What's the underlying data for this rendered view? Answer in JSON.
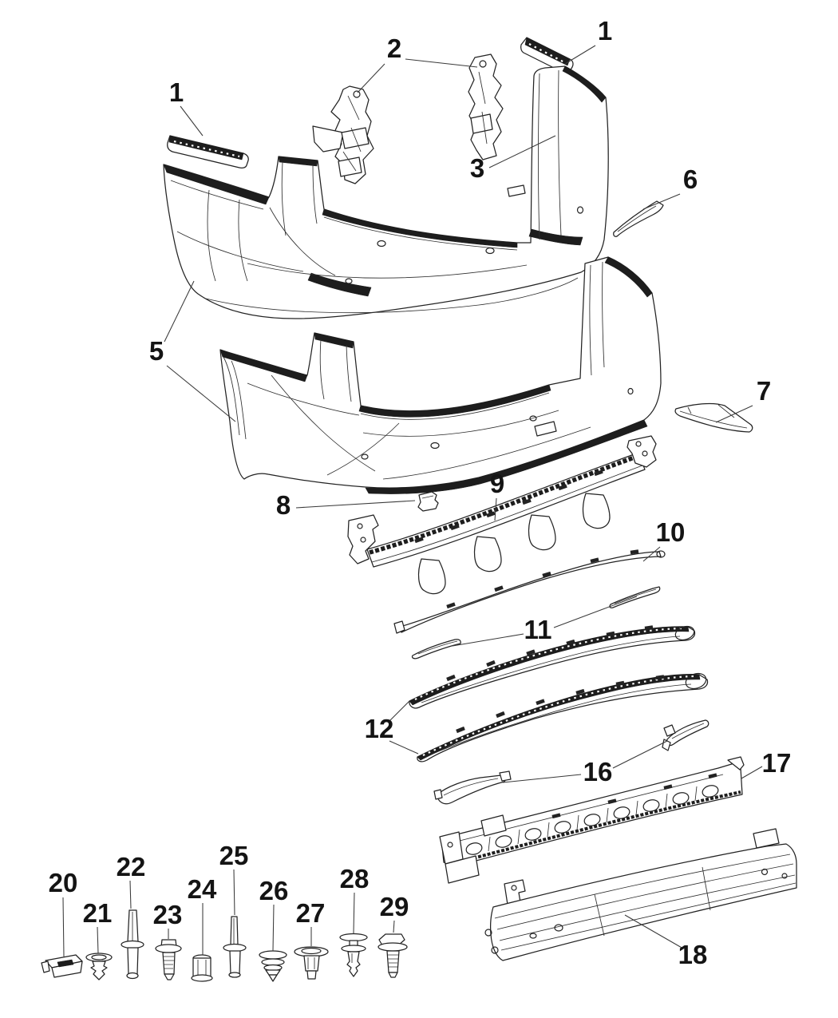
{
  "diagram": {
    "background_color": "#ffffff",
    "line_color": "#232323",
    "label_color": "#141414"
  },
  "callouts": {
    "c1_left": {
      "label": "1"
    },
    "c1_right": {
      "label": "1"
    },
    "c2": {
      "label": "2"
    },
    "c3": {
      "label": "3"
    },
    "c5": {
      "label": "5"
    },
    "c6": {
      "label": "6"
    },
    "c7": {
      "label": "7"
    },
    "c8": {
      "label": "8"
    },
    "c9": {
      "label": "9"
    },
    "c10": {
      "label": "10"
    },
    "c11": {
      "label": "11"
    },
    "c12": {
      "label": "12"
    },
    "c16": {
      "label": "16"
    },
    "c17": {
      "label": "17"
    },
    "c18": {
      "label": "18"
    },
    "c20": {
      "label": "20"
    },
    "c21": {
      "label": "21"
    },
    "c22": {
      "label": "22"
    },
    "c23": {
      "label": "23"
    },
    "c24": {
      "label": "24"
    },
    "c25": {
      "label": "25"
    },
    "c26": {
      "label": "26"
    },
    "c27": {
      "label": "27"
    },
    "c28": {
      "label": "28"
    },
    "c29": {
      "label": "29"
    }
  }
}
